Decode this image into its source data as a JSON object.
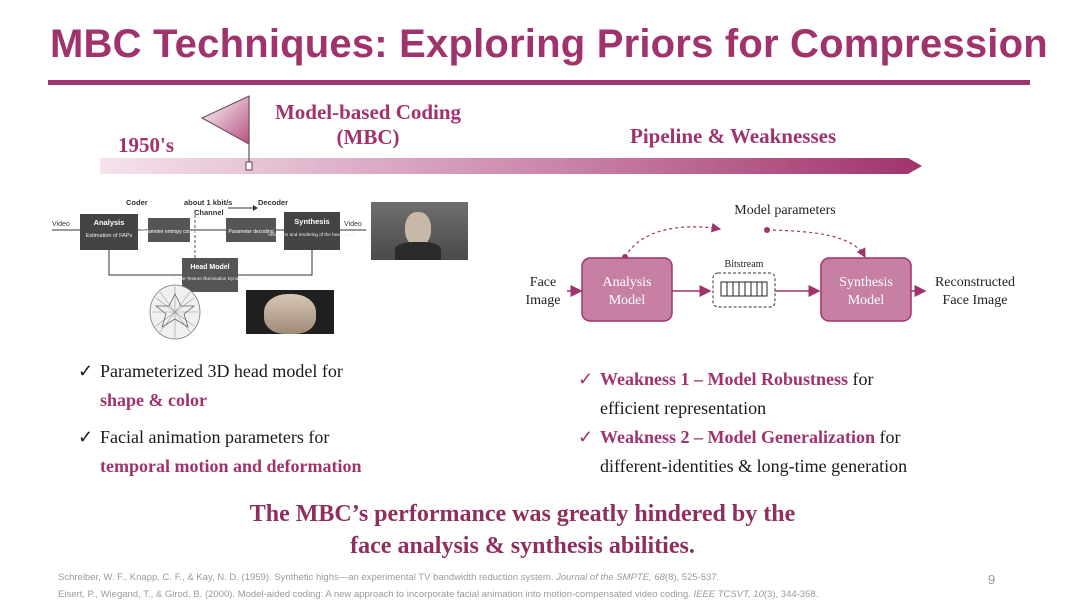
{
  "slide": {
    "title": "MBC Techniques: Exploring Priors for Compression",
    "page_number": "9",
    "colors": {
      "accent": "#a0336b",
      "box_fill": "#c77fa3"
    }
  },
  "timeline": {
    "year": "1950's",
    "milestone_line1": "Model-based Coding",
    "milestone_line2": "(MBC)",
    "pipeline_label": "Pipeline &  Weaknesses"
  },
  "left_diagram": {
    "coder": "Coder",
    "rate": "about 1 kbit/s",
    "channel": "Channel",
    "decoder": "Decoder",
    "video_in": "Video",
    "video_out": "Video",
    "analysis_title": "Analysis",
    "analysis_sub": "Estimation of FAPs",
    "param_coding": "Parameter entropy coding",
    "param_decoding": "Parameter decoding",
    "synthesis_title": "Synthesis",
    "synthesis_sub": "Animation and rendering of the head model",
    "head_model_title": "Head Model",
    "head_model_sub": "Shape Texture Illumination Dynamics"
  },
  "right_diagram": {
    "model_parameters": "Model parameters",
    "face_image_line1": "Face",
    "face_image_line2": "Image",
    "analysis_line1": "Analysis",
    "analysis_line2": "Model",
    "bitstream": "Bitstream",
    "synthesis_line1": "Synthesis",
    "synthesis_line2": "Model",
    "reconstructed_line1": "Reconstructed",
    "reconstructed_line2": "Face Image"
  },
  "left_bullets": [
    {
      "text": "Parameterized 3D head model for",
      "highlight": "shape & color"
    },
    {
      "text": "Facial animation parameters for",
      "highlight": "temporal motion and deformation"
    }
  ],
  "right_bullets": [
    {
      "highlight": "Weakness 1 – Model Robustness",
      "text": " for",
      "continuation": "efficient representation"
    },
    {
      "highlight": "Weakness 2 – Model Generalization",
      "text": " for",
      "continuation": "different-identities & long-time generation"
    }
  ],
  "conclusion": {
    "line1": "The MBC’s performance was greatly hindered by the",
    "line2": "face analysis & synthesis abilities."
  },
  "references": [
    {
      "text": "Schreiber, W. F., Knapp, C. F., & Kay, N. D. (1959). Synthetic highs—an experimental TV bandwidth reduction system. ",
      "journal": "Journal of the SMPTE",
      "vol": ", 68",
      "rest": "(8), 525-537."
    },
    {
      "text": "Eisert, P., Wiegand, T., & Girod, B. (2000). Model-aided coding: A new approach to incorporate facial animation into motion-compensated video coding. ",
      "journal": "IEEE TCSVT",
      "vol": ", 10",
      "rest": "(3), 344-358."
    }
  ]
}
